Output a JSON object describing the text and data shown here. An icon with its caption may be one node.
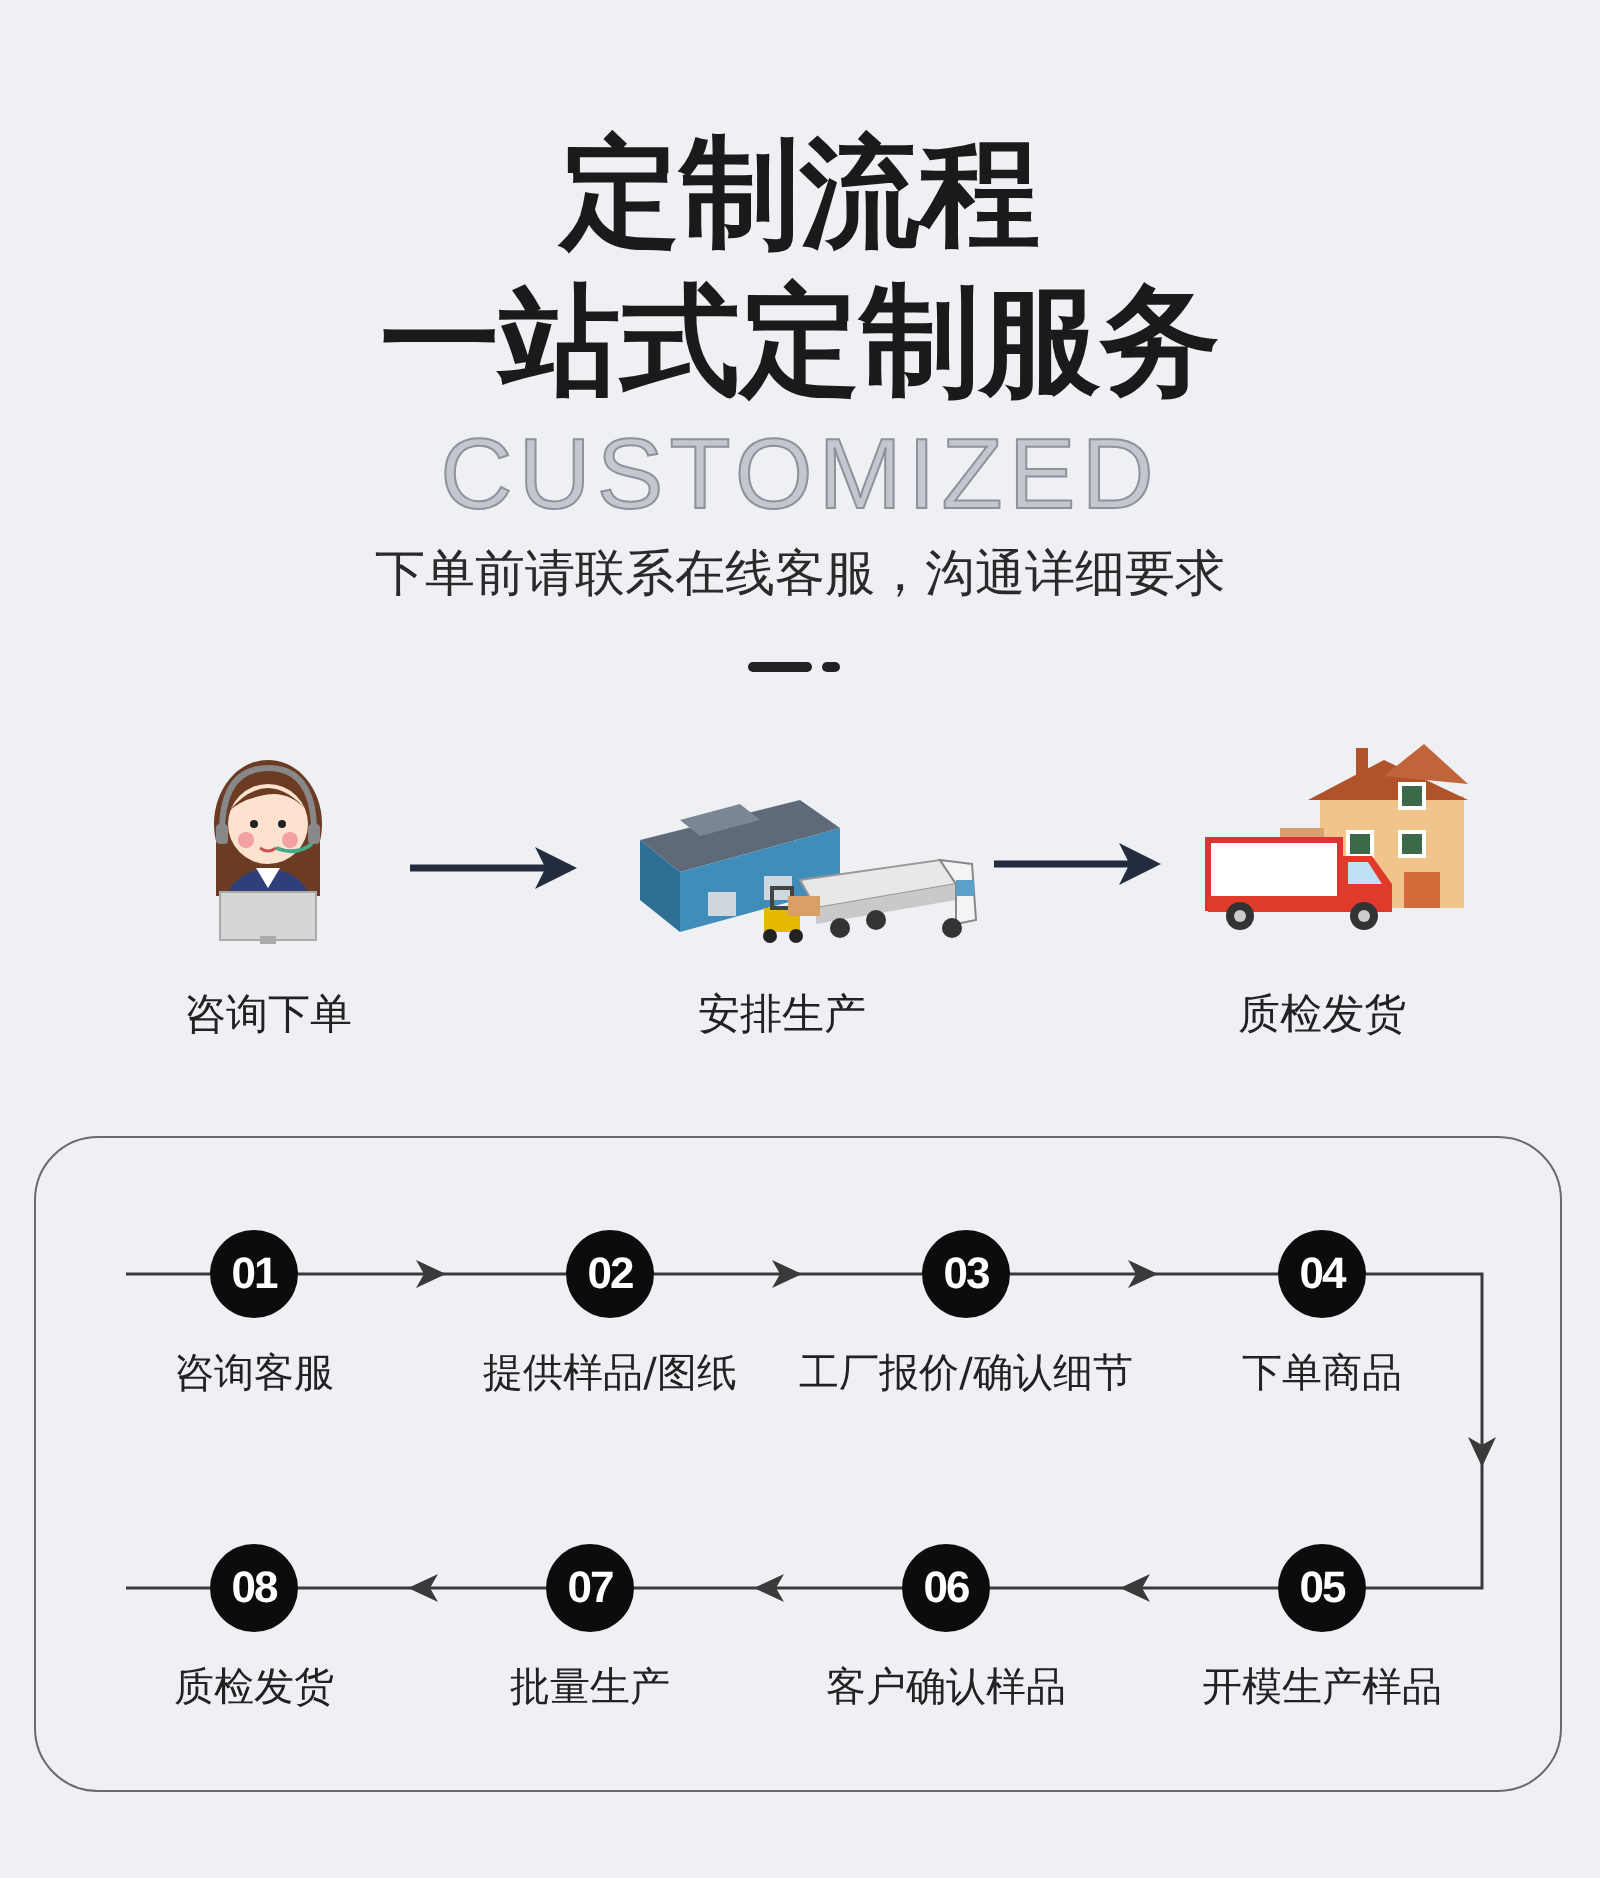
{
  "diagram": {
    "title": "定制流程",
    "nodes": [
      {
        "text": [],
        "shape": "picture",
        "beside": [
          "咨询下单"
        ]
      },
      {
        "text": [],
        "shape": "picture",
        "beside": [
          "安排生产"
        ]
      },
      {
        "text": [],
        "shape": "picture",
        "beside": [
          "质检发货"
        ]
      },
      {
        "text": [],
        "shape": "box"
      },
      {
        "text": [
          "01"
        ],
        "in": 3,
        "beside": [
          "咨询客服"
        ]
      },
      {
        "text": [
          "02"
        ],
        "in": 3,
        "beside": [
          "提供样品/图纸"
        ]
      },
      {
        "text": [
          "03"
        ],
        "in": 3,
        "beside": [
          "工厂报价/确认细节"
        ]
      },
      {
        "text": [
          "04"
        ],
        "in": 3,
        "beside": [
          "下单商品"
        ]
      },
      {
        "text": [
          "05"
        ],
        "in": 3,
        "beside": [
          "开模生产样品"
        ]
      },
      {
        "text": [
          "06"
        ],
        "in": 3,
        "beside": [
          "客户确认样品"
        ]
      },
      {
        "text": [
          "07"
        ],
        "in": 3,
        "beside": [
          "批量生产"
        ]
      },
      {
        "text": [
          "08"
        ],
        "in": 3,
        "beside": [
          "质检发货"
        ]
      }
    ],
    "edges": [
      {
        "from": 0,
        "to": 1,
        "arrow": "to",
        "style": "thick",
        "color": "#232d3f"
      },
      {
        "from": 1,
        "to": 2,
        "arrow": "to",
        "style": "thick",
        "color": "#232d3f"
      },
      {
        "from": null,
        "to": 4,
        "arrow": "none"
      },
      {
        "from": 4,
        "to": 5,
        "arrow": "to"
      },
      {
        "from": 5,
        "to": 6,
        "arrow": "to"
      },
      {
        "from": 6,
        "to": 7,
        "arrow": "to"
      },
      {
        "from": 7,
        "to": 8,
        "arrow": "to"
      },
      {
        "from": 8,
        "to": 9,
        "arrow": "to"
      },
      {
        "from": 9,
        "to": 10,
        "arrow": "to"
      },
      {
        "from": 10,
        "to": 11,
        "arrow": "to"
      },
      {
        "from": 11,
        "to": null,
        "arrow": "none"
      }
    ],
    "labels": [
      "一站式定制服务",
      "CUSTOMIZED",
      "下单前请联系在线客服，沟通详细要求"
    ]
  }
}
